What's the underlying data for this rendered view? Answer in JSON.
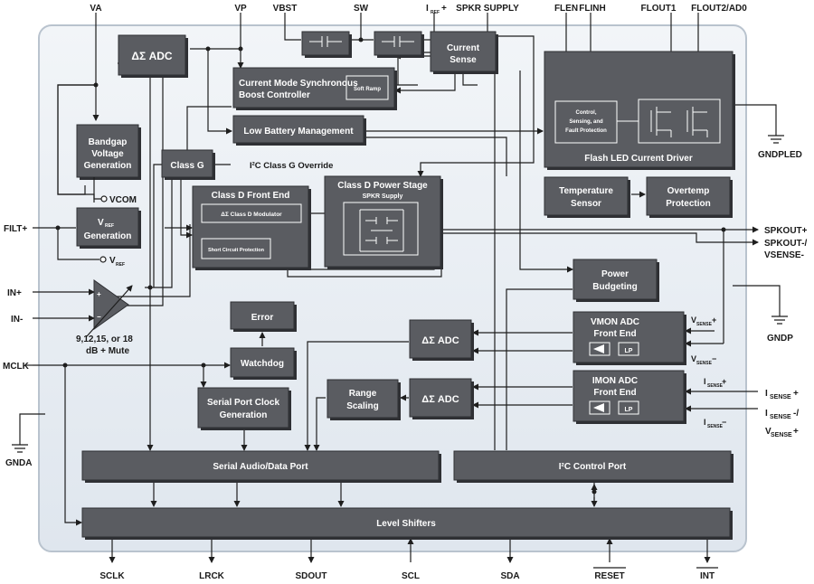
{
  "pins_top": {
    "va": "VA",
    "vp": "VP",
    "vbst": "VBST",
    "sw": "SW",
    "iref": "I",
    "iref_sub": "REF",
    "iref_suffix": "+",
    "spkr_supply": "SPKR SUPPLY",
    "flen": "FLEN",
    "flinh": "FLINH",
    "flout1": "FLOUT1",
    "flout2": "FLOUT2/AD0"
  },
  "pins_left": {
    "filt": "FILT+",
    "inp": "IN+",
    "inm": "IN-",
    "mclk": "MCLK",
    "gnda": "GNDA"
  },
  "pins_right": {
    "gndpled": "GNDPLED",
    "spkoutp": "SPKOUT+",
    "spkoutm1": "SPKOUT-/",
    "spkoutm2": "VSENSE-",
    "gndp": "GNDP",
    "isense_p": "I",
    "isense_p_sub": "SENSE",
    "isense_p_suf": "+",
    "isense_m": "I",
    "isense_m_sub": "SENSE",
    "isense_m_suf": "-/",
    "vsense_p": "V",
    "vsense_p_sub": "SENSE",
    "vsense_p_suf": "+"
  },
  "pins_bottom": {
    "sclk": "SCLK",
    "lrck": "LRCK",
    "sdout": "SDOUT",
    "scl": "SCL",
    "sda": "SDA",
    "reset": "RESET",
    "int": "INT"
  },
  "blocks": {
    "adc_top": "ΔΣ ADC",
    "boost1": "Current Mode Synchronous",
    "boost2": "Boost Controller",
    "soft_ramp": "Soft Ramp",
    "current_sense1": "Current",
    "current_sense2": "Sense",
    "low_batt": "Low Battery Management",
    "bandgap1": "Bandgap",
    "bandgap2": "Voltage",
    "bandgap3": "Generation",
    "vcom": "VCOM",
    "vref_gen_v": "V",
    "vref_gen_sub": "REF",
    "vref_gen2": "Generation",
    "vref_pin_v": "V",
    "vref_pin_sub": "REF",
    "class_g": "Class G",
    "class_g_override": "I²C Class G Override",
    "class_d_fe": "Class D Front End",
    "class_d_mod": "ΔΣ Class D Modulator",
    "short_circuit": "Short Circuit Protection",
    "class_d_ps": "Class D Power Stage",
    "spkr_supply_small": "SPKR Supply",
    "flash_ctrl1": "Control,",
    "flash_ctrl2": "Sensing, and",
    "flash_ctrl3": "Fault Protection",
    "flash_driver": "Flash LED Current Driver",
    "temp1": "Temperature",
    "temp2": "Sensor",
    "overtemp1": "Overtemp",
    "overtemp2": "Protection",
    "power_budget1": "Power",
    "power_budget2": "Budgeting",
    "error": "Error",
    "watchdog": "Watchdog",
    "adc_mid": "ΔΣ ADC",
    "adc_low": "ΔΣ ADC",
    "range1": "Range",
    "range2": "Scaling",
    "vmon1": "VMON ADC",
    "vmon2": "Front End",
    "imon1": "IMON ADC",
    "imon2": "Front End",
    "spclk1": "Serial Port Clock",
    "spclk2": "Generation",
    "serial_port": "Serial Audio/Data Port",
    "i2c_port": "I²C Control Port",
    "level_shifters": "Level Shifters",
    "amp_gain1": "9,12,15, or 18",
    "amp_gain2": "dB + Mute",
    "lpf": "LP"
  },
  "colors": {
    "chip_bg": "#e4eaf1",
    "block": "#5a5c61",
    "block_shadow": "#2f3034",
    "wire": "#1e1e1e"
  }
}
